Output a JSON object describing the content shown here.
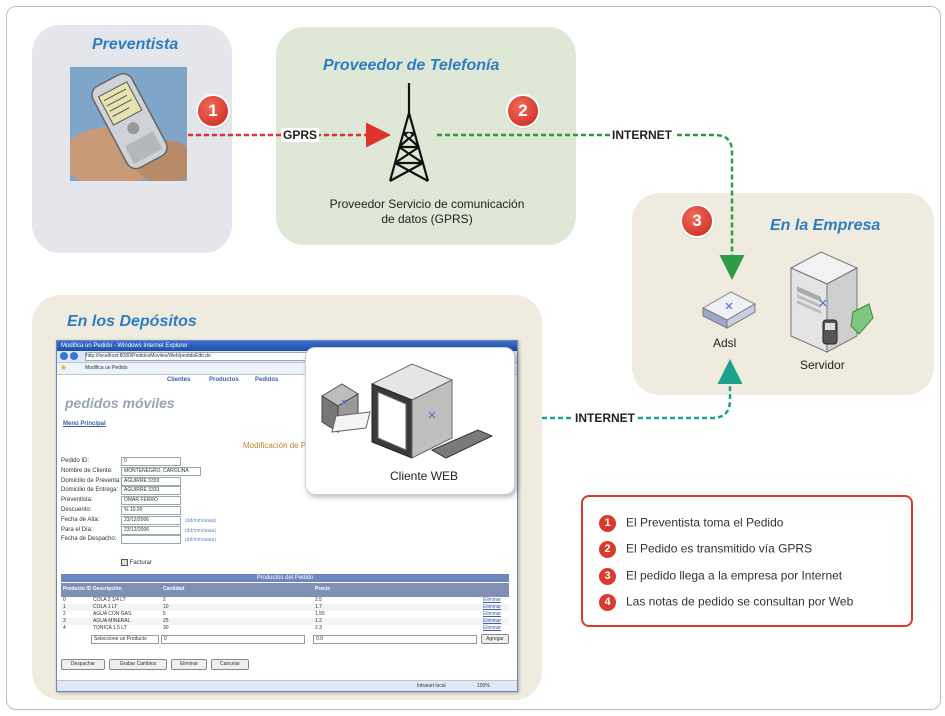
{
  "panels": {
    "preventista": "Preventista",
    "proveedor": "Proveedor de Telefonía",
    "empresa": "En la Empresa",
    "depositos": "En los Depósitos"
  },
  "badges": [
    "1",
    "2",
    "3",
    "4"
  ],
  "labels": {
    "gprs": "GPRS",
    "internet_top": "INTERNET",
    "internet_bottom": "INTERNET",
    "proveedor_desc_1": "Proveedor Servicio de comunicación",
    "proveedor_desc_2": "de datos (GPRS)",
    "adsl": "Adsl",
    "servidor": "Servidor",
    "cliente_web": "Cliente WEB"
  },
  "legend": [
    {
      "num": "1",
      "text": "El Preventista toma el Pedido"
    },
    {
      "num": "2",
      "text": "El Pedido es transmitido vía GPRS"
    },
    {
      "num": "3",
      "text": "El pedido llega a la empresa por Internet"
    },
    {
      "num": "4",
      "text": "Las notas de pedido se consultan por Web"
    }
  ],
  "browser": {
    "title": "Modifica un Pedido - Windows Internet Explorer",
    "url": "http://localhost:8080/PedidosMoviles/Web/pedidoEdit.do",
    "tab": "Modifica un Pedido",
    "nav": [
      "Clientes",
      "Productos",
      "Pedidos"
    ],
    "logo": "pedidos móviles",
    "menu": "Menú Principal",
    "form_title": "Modificación de P",
    "fields": [
      {
        "label": "Pedido ID:",
        "value": "0"
      },
      {
        "label": "Nombre de Cliente:",
        "value": "MONTENEGRO, CAROLINA"
      },
      {
        "label": "Domicilio de Preventa:",
        "value": "AGUIRRE 3333"
      },
      {
        "label": "Domicilio de Entrega:",
        "value": "AGUIRRE 3333"
      },
      {
        "label": "Preventista:",
        "value": "OMAR FERRO"
      },
      {
        "label": "Descuento:",
        "value": "% 10.00"
      },
      {
        "label": "Fecha de Alta:",
        "value": "23/12/2006"
      },
      {
        "label": "Para el Día:",
        "value": "23/12/2006"
      },
      {
        "label": "Fecha de Despacho:",
        "value": ""
      }
    ],
    "date_hint": "(dd/mm/aaaa)",
    "facturar": "Facturar",
    "products_title": "Productos del Pedido",
    "columns": [
      "Producto ID",
      "Descripción",
      "Cantidad",
      "Precio",
      ""
    ],
    "rows": [
      {
        "id": "0",
        "desc": "COLA 2 1/4 LT",
        "qty": "2",
        "price": "2.5",
        "action": "Eliminar"
      },
      {
        "id": "1",
        "desc": "COLA 1 LT",
        "qty": "10",
        "price": "1.7",
        "action": "Eliminar"
      },
      {
        "id": "2",
        "desc": "AGUA CON GAS",
        "qty": "5",
        "price": "1.55",
        "action": "Eliminar"
      },
      {
        "id": "3",
        "desc": "AGUA MINERAL",
        "qty": "25",
        "price": "1.2",
        "action": "Eliminar"
      },
      {
        "id": "4",
        "desc": "TONICA 1.5 LT",
        "qty": "30",
        "price": "2.3",
        "action": "Eliminar"
      }
    ],
    "select_product": "Seleccione un Producto",
    "qty_default": "0",
    "price_default": "0.0",
    "add_button": "Agregar",
    "buttons": [
      "Despachar",
      "Grabar Cambios",
      "Eliminar",
      "Cancelar"
    ],
    "status_zone": "Intranet local",
    "zoom": "100%"
  },
  "colors": {
    "accent_blue": "#2e7dc2",
    "badge_red": "#d83a2c",
    "arrow_red": "#e0342a",
    "arrow_green": "#2f9a45",
    "arrow_teal": "#1aa38a"
  }
}
